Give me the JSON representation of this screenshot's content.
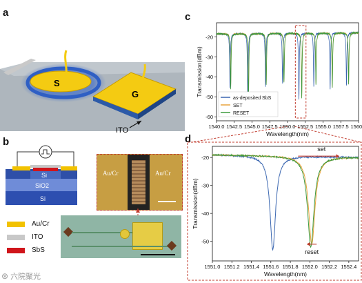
{
  "panels": {
    "a": "a",
    "b": "b",
    "c": "c",
    "d": "d"
  },
  "device": {
    "electrode_s": "S",
    "electrode_g": "G",
    "ito_label": "ITO"
  },
  "stack": {
    "layers": [
      "Si",
      "SiO2",
      "Si"
    ]
  },
  "legend_b": [
    {
      "label": "Au/Cr",
      "color": "#f2c200"
    },
    {
      "label": "ITO",
      "color": "#c8c8c8"
    },
    {
      "label": "SbS",
      "color": "#d0151b"
    }
  ],
  "micrograph": {
    "left": "Au/Cr",
    "right": "Au/Cr"
  },
  "watermark": "六院聚光",
  "chart_data": [
    {
      "type": "line",
      "xlabel": "Wavelength(nm)",
      "ylabel": "Transmission(dBm)",
      "xlim": [
        1540.0,
        1560.0
      ],
      "ylim": [
        -62,
        -13
      ],
      "xticks": [
        "1540.0",
        "1542.5",
        "1545.0",
        "1547.5",
        "1550.0",
        "1552.5",
        "1555.0",
        "1557.5",
        "1560.0"
      ],
      "yticks": [
        "-20",
        "-30",
        "-40",
        "-50",
        "-60"
      ],
      "legend_position": "lower-left",
      "baseline": -18.5,
      "series": [
        {
          "name": "as-deposited SbS",
          "color": "#3a66b0",
          "dips": [
            [
              1541.9,
              -46
            ],
            [
              1544.4,
              -52
            ],
            [
              1546.9,
              -45
            ],
            [
              1549.3,
              -44
            ],
            [
              1551.6,
              -52
            ],
            [
              1553.7,
              -45
            ],
            [
              1556.0,
              -47
            ],
            [
              1558.3,
              -45
            ]
          ]
        },
        {
          "name": "SET",
          "color": "#e8a33c",
          "dips": [
            [
              1542.0,
              -45
            ],
            [
              1544.5,
              -50
            ],
            [
              1547.0,
              -44
            ],
            [
              1549.5,
              -43
            ],
            [
              1552.0,
              -51
            ],
            [
              1554.0,
              -44
            ],
            [
              1556.3,
              -46
            ],
            [
              1558.6,
              -44
            ]
          ]
        },
        {
          "name": "RESET",
          "color": "#3e9a3e",
          "dips": [
            [
              1542.0,
              -46
            ],
            [
              1544.5,
              -51
            ],
            [
              1547.0,
              -44
            ],
            [
              1549.5,
              -43
            ],
            [
              1552.0,
              -51
            ],
            [
              1554.0,
              -44
            ],
            [
              1556.3,
              -46
            ],
            [
              1558.6,
              -44
            ]
          ]
        }
      ]
    },
    {
      "type": "line",
      "xlabel": "Wavelength(nm)",
      "ylabel": "Transmission(dBm)",
      "xlim": [
        1551.0,
        1552.5
      ],
      "ylim": [
        -57,
        -16
      ],
      "xticks": [
        "1551.0",
        "1551.2",
        "1551.4",
        "1551.6",
        "1551.8",
        "1552.0",
        "1552.2",
        "1552.4"
      ],
      "yticks": [
        "-20",
        "-30",
        "-40",
        "-50"
      ],
      "annotations": {
        "set": "set",
        "reset": "reset"
      },
      "series": [
        {
          "name": "as-deposited SbS",
          "color": "#3a66b0",
          "center": 1551.62,
          "depth": -53,
          "width": 0.035
        },
        {
          "name": "SET",
          "color": "#e8a33c",
          "center": 1552.02,
          "depth": -51,
          "width": 0.04
        },
        {
          "name": "RESET",
          "color": "#3e9a3e",
          "center": 1552.01,
          "depth": -52,
          "width": 0.04
        }
      ]
    }
  ]
}
